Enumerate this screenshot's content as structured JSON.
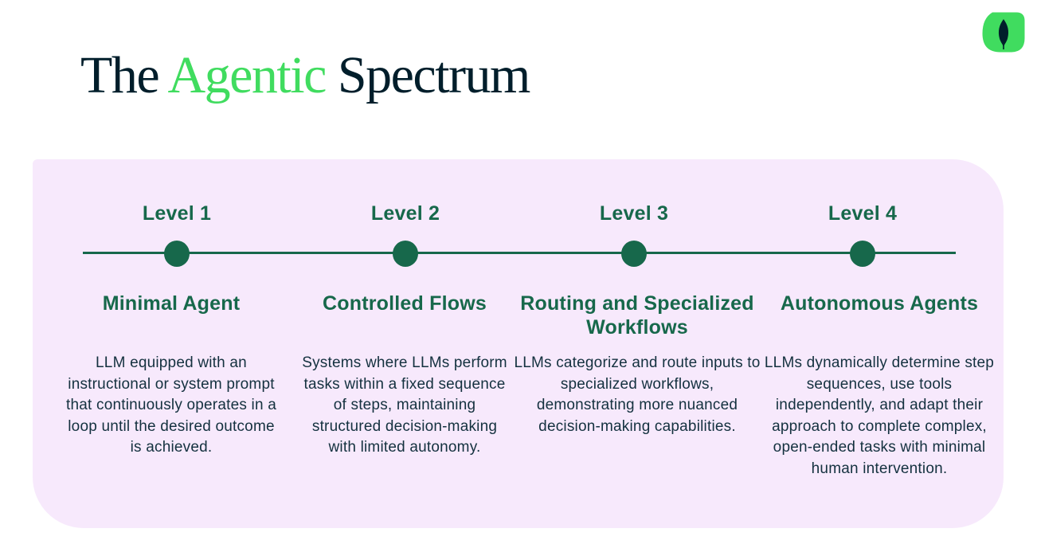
{
  "title": {
    "prefix": "The",
    "highlight": "Agentic",
    "suffix": "Spectrum"
  },
  "logo": {
    "icon": "mongodb-leaf"
  },
  "colors": {
    "accent_green": "#40DC5F",
    "forest_green": "#17684B",
    "navy": "#001E2B",
    "body_text": "#14313F",
    "panel_lavender": "#F7E9FC"
  },
  "levels": [
    {
      "label": "Level 1",
      "heading": "Minimal Agent",
      "description": "LLM equipped with an instructional or system prompt that continuously operates in a loop until the desired outcome is achieved."
    },
    {
      "label": "Level 2",
      "heading": "Controlled Flows",
      "description": "Systems where LLMs perform tasks within a fixed sequence of steps, maintaining structured decision-making with limited autonomy."
    },
    {
      "label": "Level 3",
      "heading": "Routing and Specialized Workflows",
      "description": "LLMs categorize and route inputs to specialized workflows, demonstrating more nuanced decision-making capabilities."
    },
    {
      "label": "Level 4",
      "heading": "Autonomous Agents",
      "description": "LLMs dynamically determine step sequences, use tools independently, and adapt their approach to complete complex, open-ended tasks with minimal human intervention."
    }
  ]
}
